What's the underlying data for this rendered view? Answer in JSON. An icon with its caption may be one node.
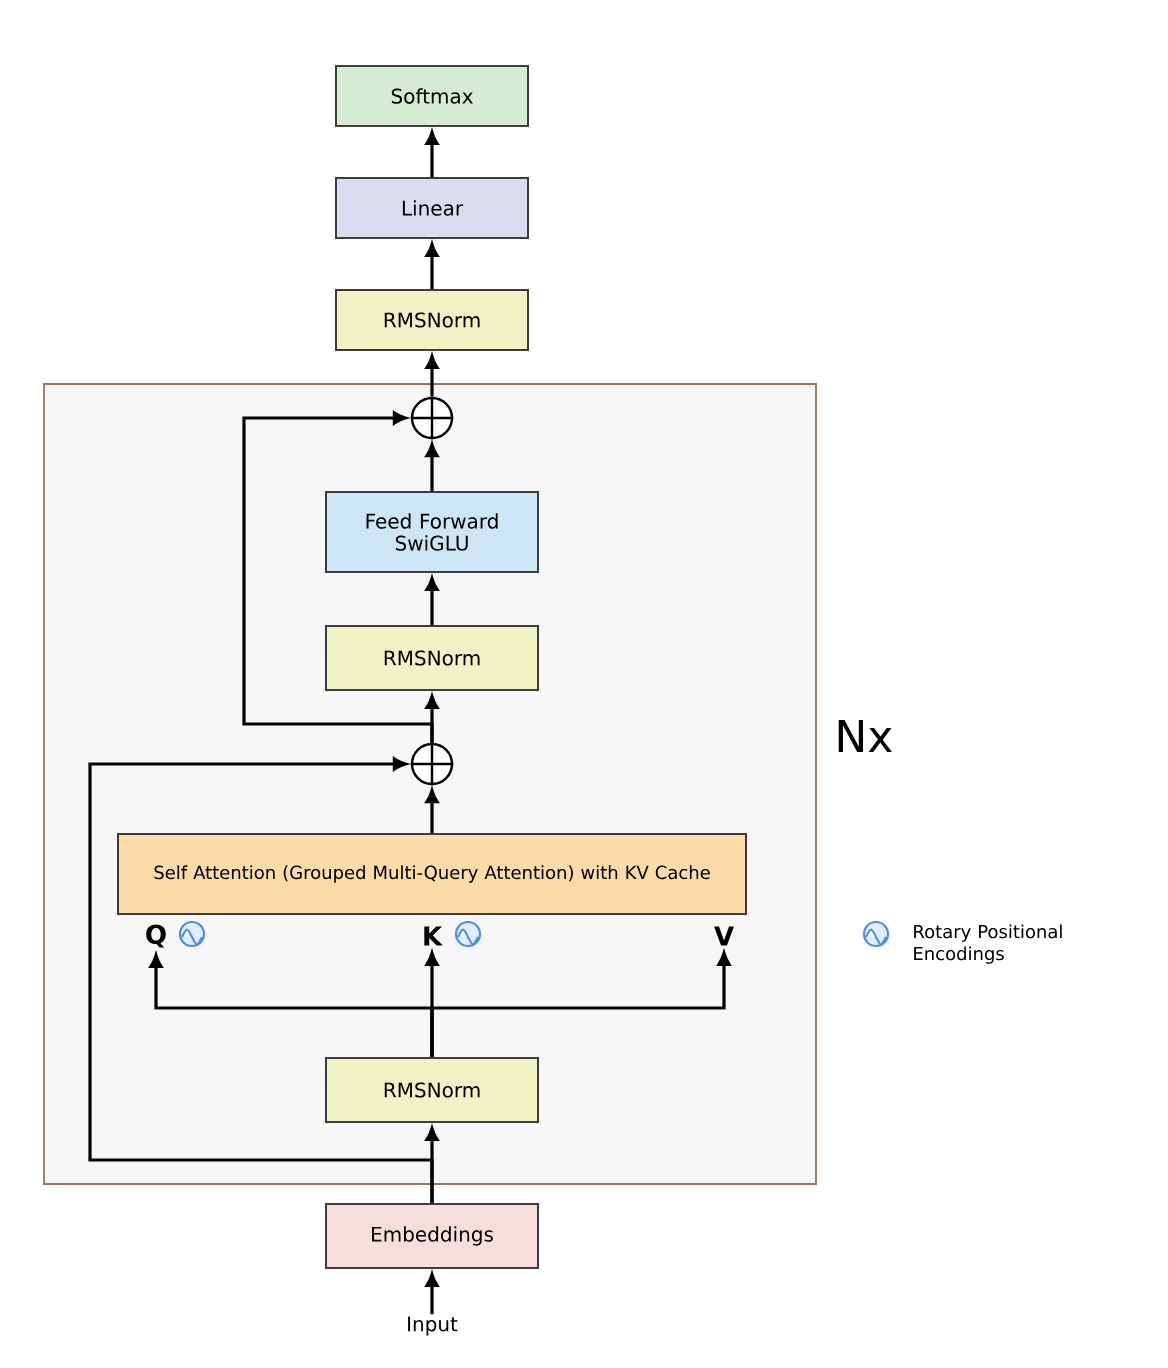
{
  "diagram": {
    "nodes": [
      {
        "text": [],
        "shape": "box",
        "beside": [
          "Nx"
        ]
      },
      {
        "text": [
          "Softmax"
        ]
      },
      {
        "text": [
          "Linear"
        ]
      },
      {
        "text": [
          "RMSNorm"
        ]
      },
      {
        "text": [],
        "shape": "circle",
        "in": 0
      },
      {
        "text": [
          "Feed Forward SwiGLU"
        ],
        "in": 0
      },
      {
        "text": [
          "RMSNorm"
        ],
        "in": 0
      },
      {
        "text": [],
        "shape": "circle",
        "in": 0
      },
      {
        "text": [
          "Self Attention (Grouped Multi-Query Attention) with KV Cache"
        ],
        "in": 0
      },
      {
        "text": [
          "Q"
        ],
        "in": 0
      },
      {
        "text": [
          "K"
        ],
        "in": 0
      },
      {
        "text": [
          "V"
        ],
        "in": 0
      },
      {
        "text": [
          "RMSNorm"
        ],
        "in": 0
      },
      {
        "text": [
          "Embeddings"
        ]
      },
      {
        "text": [
          "Input"
        ]
      }
    ],
    "edges": [
      {
        "from": 14,
        "to": 13,
        "arrow": "to"
      },
      {
        "from": 13,
        "to": 12,
        "arrow": "to"
      },
      {
        "from": 13,
        "to": 7,
        "arrow": "to"
      },
      {
        "from": 12,
        "to": 9,
        "arrow": "to"
      },
      {
        "from": 12,
        "to": 10,
        "arrow": "to"
      },
      {
        "from": 12,
        "to": 11,
        "arrow": "to"
      },
      {
        "from": 8,
        "to": 7,
        "arrow": "to"
      },
      {
        "from": 7,
        "to": 6,
        "arrow": "to"
      },
      {
        "from": 7,
        "to": 4,
        "arrow": "to"
      },
      {
        "from": 6,
        "to": 5,
        "arrow": "to"
      },
      {
        "from": 5,
        "to": 4,
        "arrow": "to"
      },
      {
        "from": 4,
        "to": 3,
        "arrow": "to"
      },
      {
        "from": 3,
        "to": 2,
        "arrow": "to"
      },
      {
        "from": 2,
        "to": 1,
        "arrow": "to"
      }
    ],
    "legend": [
      {
        "text": "Rotary Positional Encodings"
      }
    ]
  }
}
